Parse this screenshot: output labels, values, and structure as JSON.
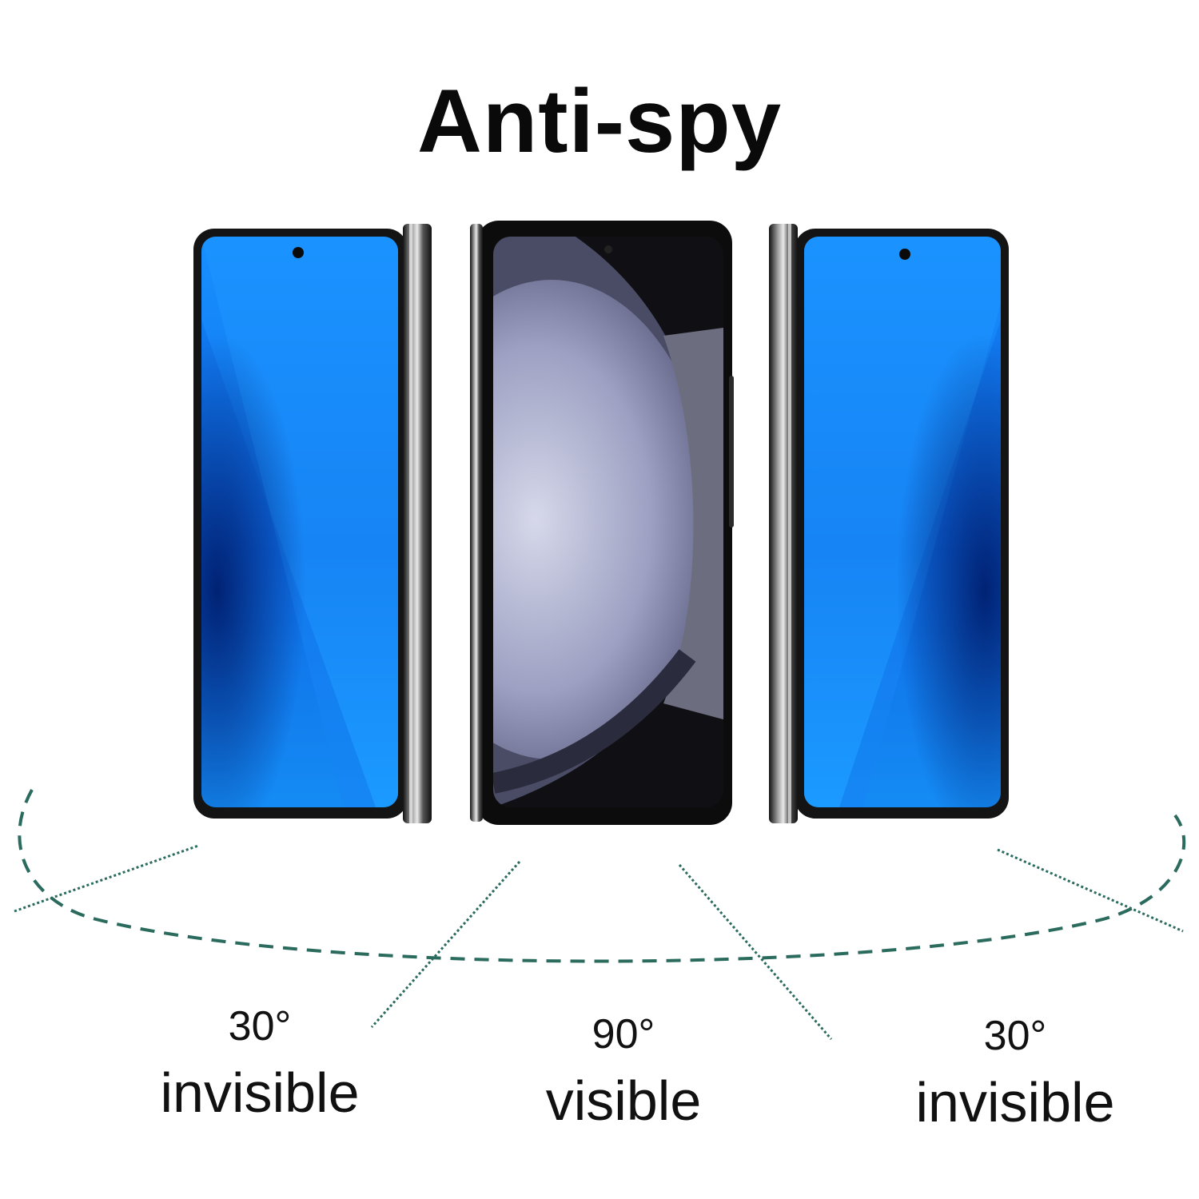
{
  "title": "Anti-spy",
  "phones": [
    {
      "position": "left",
      "screen_state": "privacy-blocked",
      "screen_color": "#1a8cff",
      "screen_shadow_color": "#002c8a"
    },
    {
      "position": "center",
      "screen_state": "wallpaper-visible",
      "screen_color": "#b8bcd6",
      "screen_shadow_color": "#1b1b26"
    },
    {
      "position": "right",
      "screen_state": "privacy-blocked",
      "screen_color": "#1a8cff",
      "screen_shadow_color": "#002c8a"
    }
  ],
  "angles": [
    {
      "angle": "30°",
      "status": "invisible"
    },
    {
      "angle": "90°",
      "status": "visible"
    },
    {
      "angle": "30°",
      "status": "invisible"
    }
  ],
  "colors": {
    "guide_line": "#2a6b5e",
    "frame": "#141414",
    "text": "#111111"
  }
}
